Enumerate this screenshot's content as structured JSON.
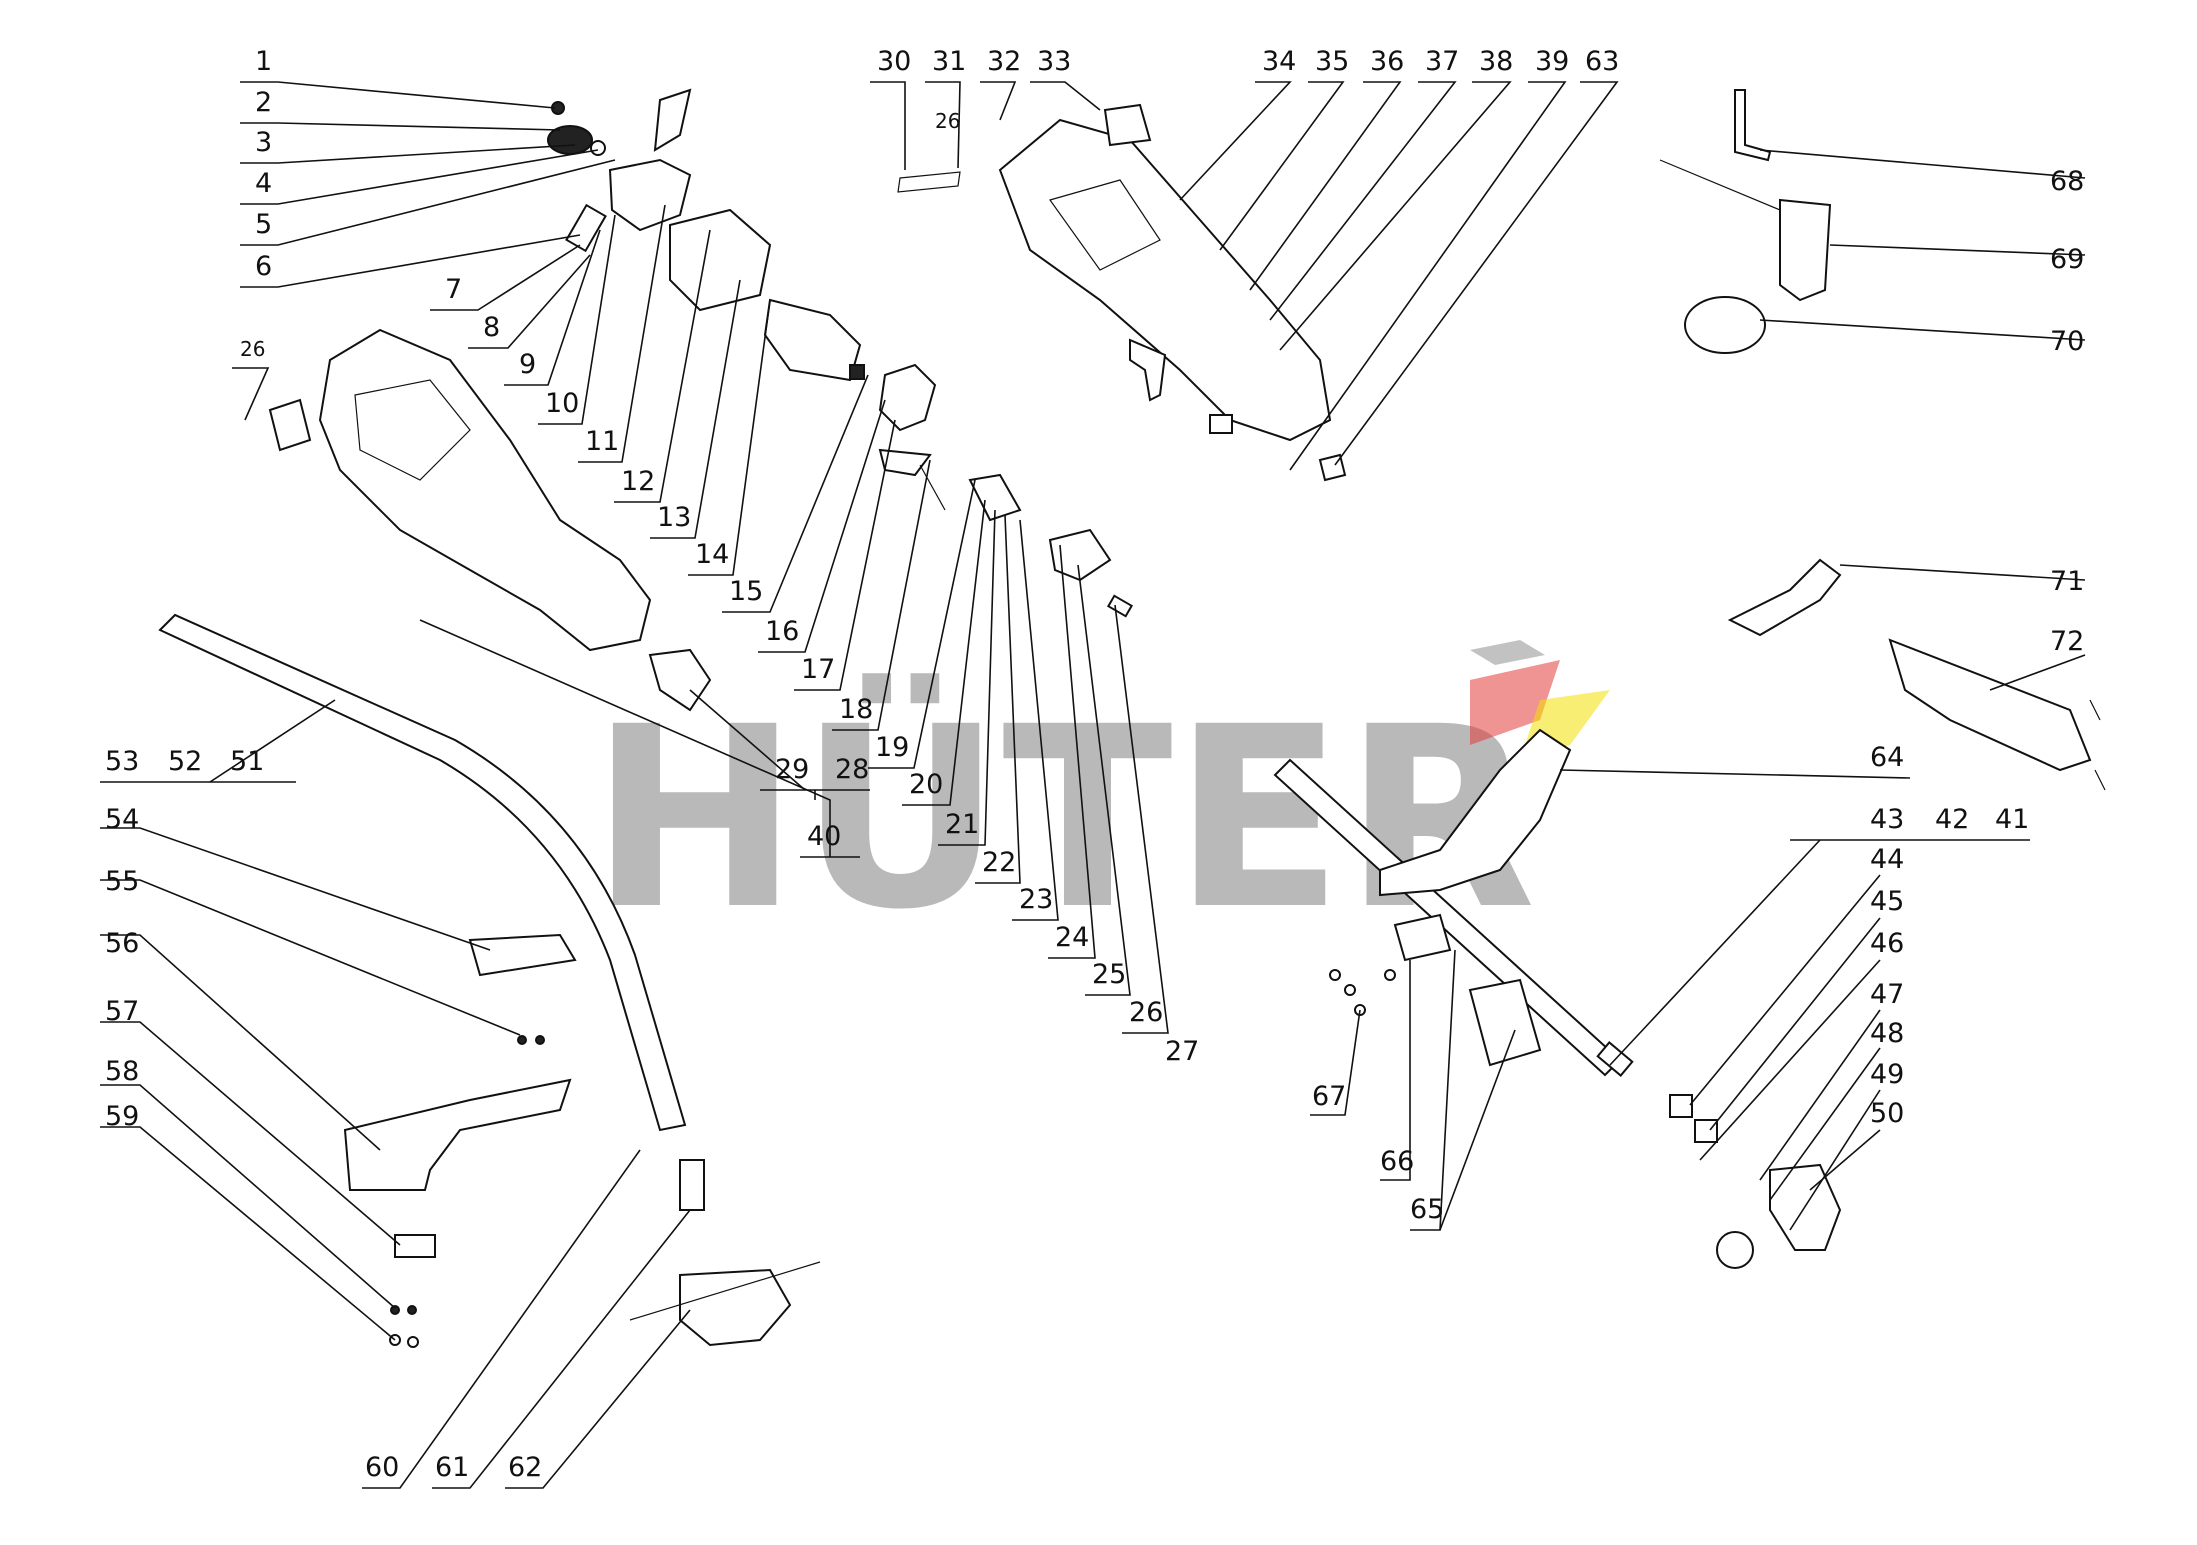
{
  "watermark": {
    "brand": "HÜTER",
    "color": "#7f7f7f",
    "logo_colors": [
      "#e23a3a",
      "#f3e000",
      "#9a9a9a"
    ]
  },
  "labels": [
    "1",
    "2",
    "3",
    "4",
    "5",
    "6",
    "7",
    "8",
    "9",
    "10",
    "11",
    "12",
    "13",
    "14",
    "15",
    "16",
    "17",
    "18",
    "19",
    "20",
    "21",
    "22",
    "23",
    "24",
    "25",
    "26",
    "26",
    "26",
    "27",
    "28",
    "29",
    "30",
    "31",
    "32",
    "33",
    "34",
    "35",
    "36",
    "37",
    "38",
    "39",
    "40",
    "41",
    "42",
    "43",
    "44",
    "45",
    "46",
    "47",
    "48",
    "49",
    "50",
    "51",
    "52",
    "53",
    "54",
    "55",
    "56",
    "57",
    "58",
    "59",
    "60",
    "61",
    "62",
    "63",
    "64",
    "65",
    "66",
    "67",
    "68",
    "69",
    "70",
    "71",
    "72"
  ]
}
